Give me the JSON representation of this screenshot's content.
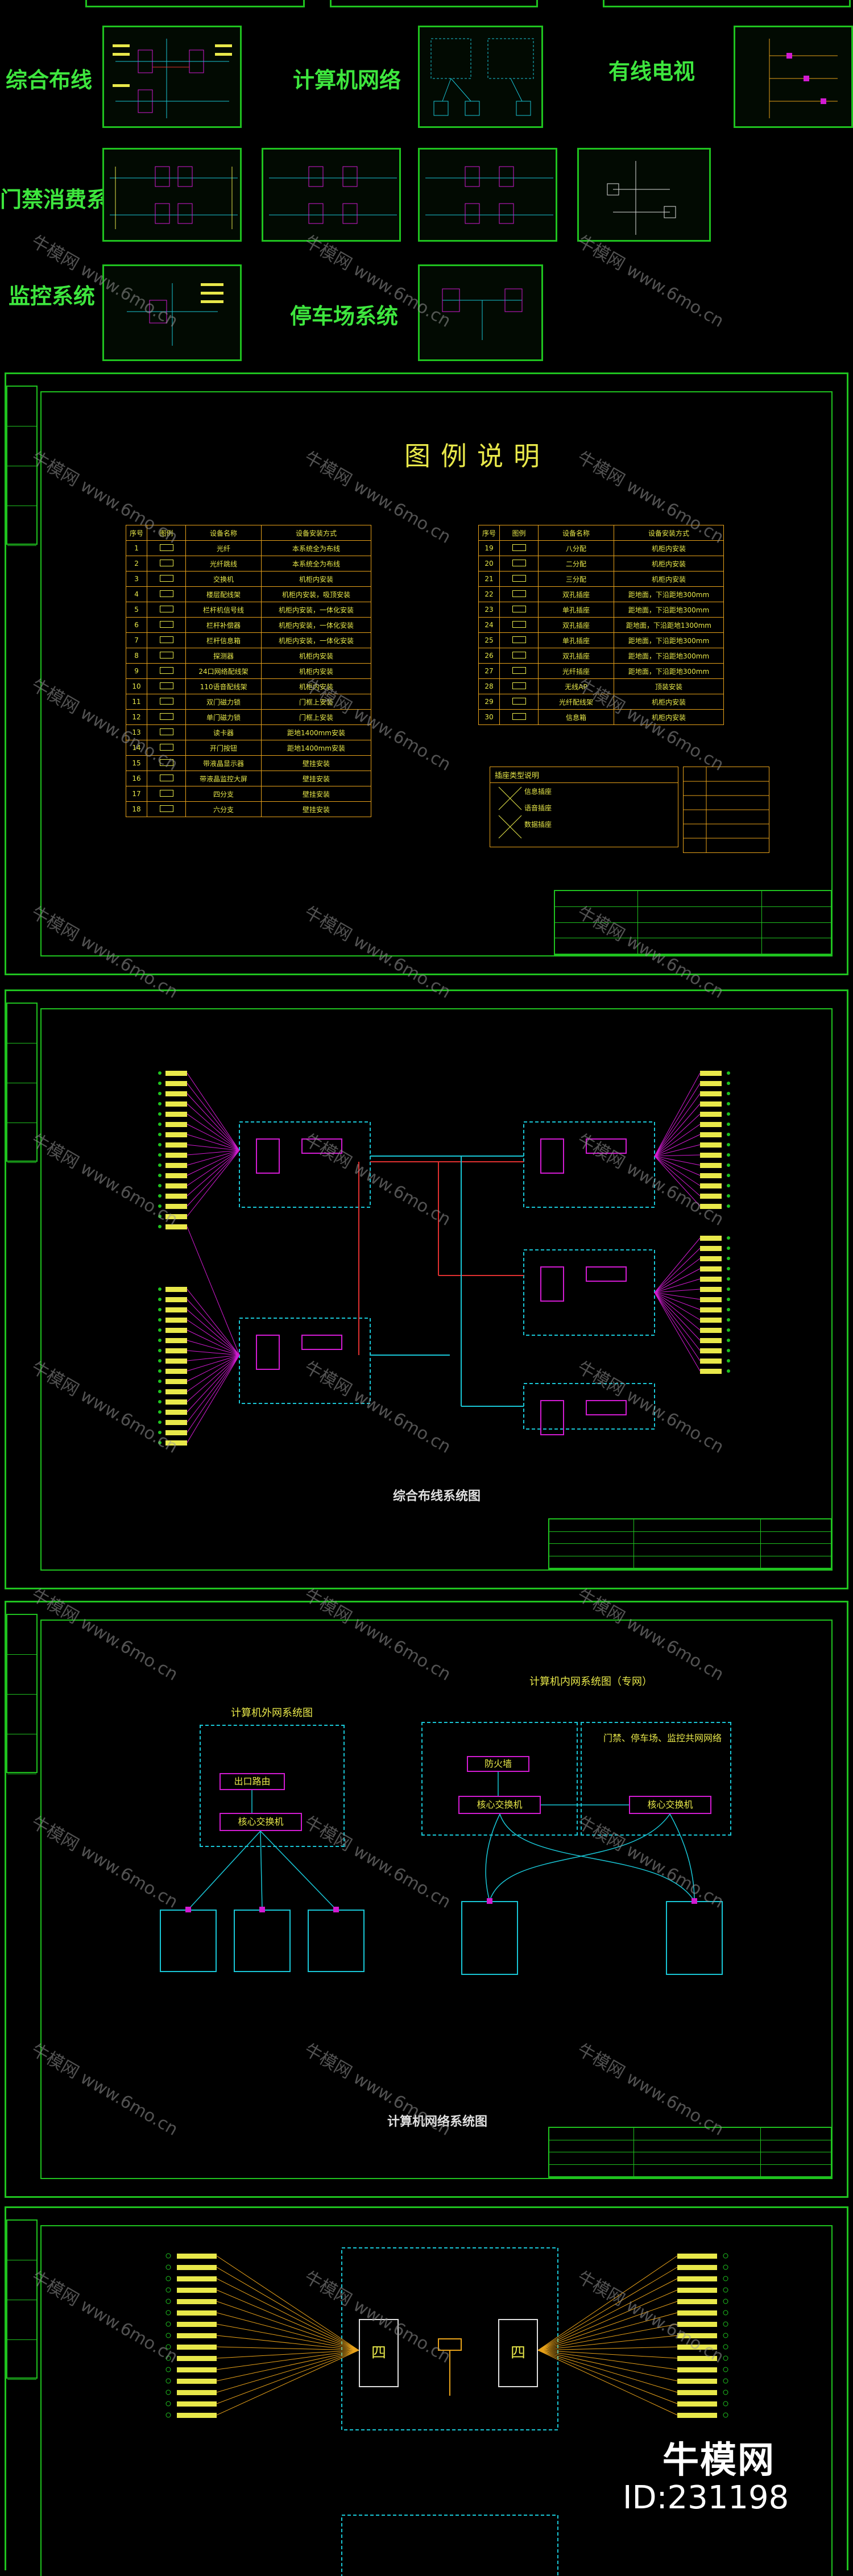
{
  "overview": {
    "labels": {
      "cabling": "综合布线",
      "network": "计算机网络",
      "cable_tv": "有线电视",
      "access": "门禁消费系统",
      "monitor": "监控系统",
      "parking": "停车场系统"
    }
  },
  "legend_sheet": {
    "title": "图例说明",
    "table1": {
      "headers": [
        "序号",
        "图例",
        "设备名称",
        "设备安装方式"
      ],
      "rows": [
        [
          "1",
          "",
          "光纤",
          "本系统全为布线"
        ],
        [
          "2",
          "",
          "光纤跳线",
          "本系统全为布线"
        ],
        [
          "3",
          "",
          "交换机",
          "机柜内安装"
        ],
        [
          "4",
          "",
          "楼层配线架",
          "机柜内安装，吸顶安装"
        ],
        [
          "5",
          "",
          "栏杆机信号线",
          "机柜内安装，一体化安装"
        ],
        [
          "6",
          "",
          "栏杆补偿器",
          "机柜内安装，一体化安装"
        ],
        [
          "7",
          "",
          "栏杆信息箱",
          "机柜内安装，一体化安装"
        ],
        [
          "8",
          "",
          "探测器",
          "机柜内安装"
        ],
        [
          "9",
          "",
          "24口网络配线架",
          "机柜内安装"
        ],
        [
          "10",
          "",
          "110语音配线架",
          "机柜内安装"
        ],
        [
          "11",
          "",
          "双门磁力锁",
          "门框上安装"
        ],
        [
          "12",
          "",
          "单门磁力锁",
          "门框上安装"
        ],
        [
          "13",
          "",
          "读卡器",
          "距地1400mm安装"
        ],
        [
          "14",
          "",
          "开门按钮",
          "距地1400mm安装"
        ],
        [
          "15",
          "",
          "带液晶显示器",
          "壁挂安装"
        ],
        [
          "16",
          "",
          "带液晶监控大屏",
          "壁挂安装"
        ],
        [
          "17",
          "",
          "四分支",
          "壁挂安装"
        ],
        [
          "18",
          "",
          "六分支",
          "壁挂安装"
        ]
      ]
    },
    "table2": {
      "headers": [
        "序号",
        "图例",
        "设备名称",
        "设备安装方式"
      ],
      "rows": [
        [
          "19",
          "",
          "八分配",
          "机柜内安装"
        ],
        [
          "20",
          "",
          "二分配",
          "机柜内安装"
        ],
        [
          "21",
          "",
          "三分配",
          "机柜内安装"
        ],
        [
          "22",
          "",
          "双孔插座",
          "距地面，下沿距地300mm"
        ],
        [
          "23",
          "",
          "单孔插座",
          "距地面，下沿距地300mm"
        ],
        [
          "24",
          "",
          "双孔插座",
          "距地面，下沿距地1300mm"
        ],
        [
          "25",
          "",
          "单孔插座",
          "距地面，下沿距地300mm"
        ],
        [
          "26",
          "",
          "双孔插座",
          "距地面，下沿距地300mm"
        ],
        [
          "27",
          "",
          "光纤插座",
          "距地面，下沿距地300mm"
        ],
        [
          "28",
          "",
          "无线AP",
          "顶装安装"
        ],
        [
          "29",
          "",
          "光纤配线架",
          "机柜内安装"
        ],
        [
          "30",
          "",
          "信息箱",
          "机柜内安装"
        ]
      ]
    },
    "note_title": "插座类型说明",
    "notes": [
      "信息插座",
      "语音插座",
      "数据插座"
    ]
  },
  "cabling_sheet": {
    "caption": "综合布线系统图"
  },
  "network_sheet": {
    "outer_title": "计算机外网系统图",
    "inner_title": "计算机内网系统图（专网）",
    "side_title": "门禁、停车场、监控共网网络",
    "core_switch": "核心交换机",
    "exit_router": "出口路由",
    "firewall": "防火墙",
    "caption": "计算机网络系统图"
  },
  "tv_sheet": {
    "rack_left": "四",
    "rack_right": "四"
  },
  "watermark": {
    "text": "牛模网 www.6mo.cn"
  },
  "brand": {
    "name": "牛模网",
    "id": "ID:231198"
  }
}
